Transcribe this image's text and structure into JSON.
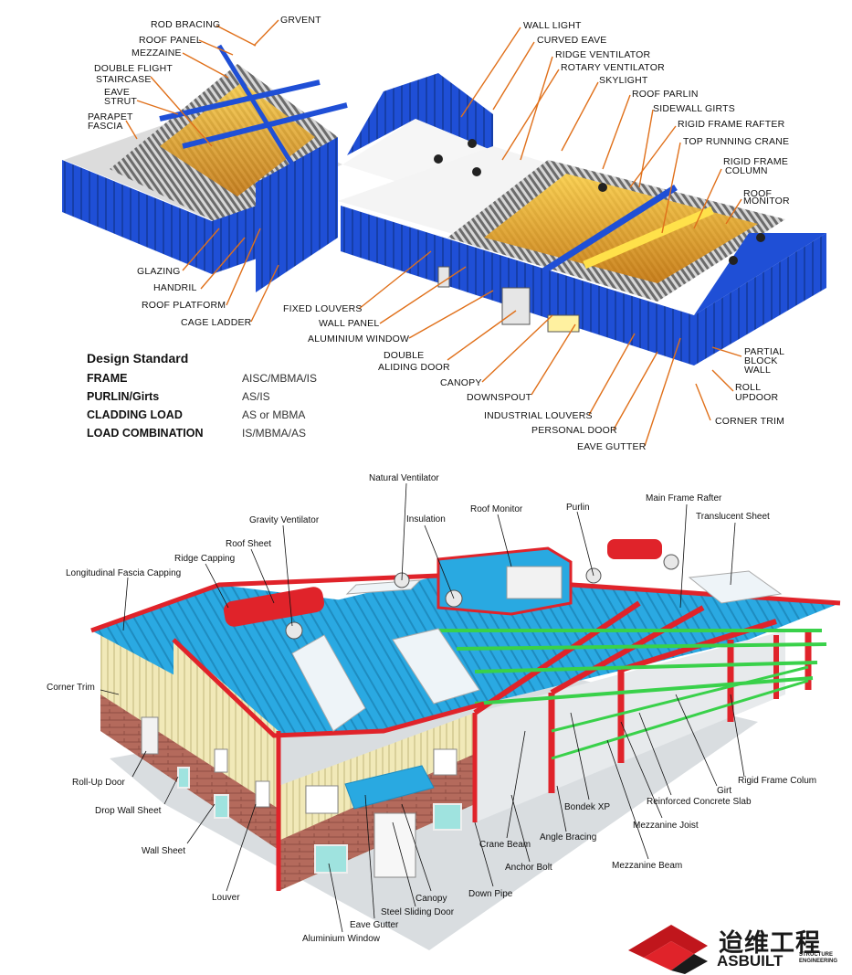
{
  "top_labels": {
    "rod_bracing": "ROD BRACING",
    "grvent": "GRVENT",
    "roof_panel": "ROOF PANEL",
    "mezzaine": "MEZZAINE",
    "double_flight": "DOUBLE FLIGHT",
    "staircase": "STAIRCASE",
    "eave": "EAVE",
    "strut": "STRUT",
    "parapet": "PARAPET",
    "fascia": "FASCIA",
    "wall_light": "WALL LIGHT",
    "curved_eave": "CURVED EAVE",
    "ridge_ventilator": "RIDGE VENTILATOR",
    "rotary_ventilator": "ROTARY VENTILATOR",
    "skylight": "SKYLIGHT",
    "roof_parlin": "ROOF PARLIN",
    "sidewall_girts": "SIDEWALL GIRTS",
    "rigid_frame_rafter": "RIGID FRAME RAFTER",
    "top_running_crane": "TOP RUNNING CRANE",
    "rigid_frame": "RIGID FRAME",
    "column": "COLUMN",
    "roof": "ROOF",
    "monitor": "MONITOR",
    "glazing": "GLAZING",
    "handril": "HANDRIL",
    "roof_platform": "ROOF PLATFORM",
    "cage_ladder": "CAGE LADDER",
    "fixed_louvers": "FIXED LOUVERS",
    "wall_panel": "WALL PANEL",
    "aluminium_window": "ALUMINIUM WINDOW",
    "double": "DOUBLE",
    "aliding_door": "ALIDING DOOR",
    "canopy": "CANOPY",
    "downspout": "DOWNSPOUT",
    "industrial_louvers": "INDUSTRIAL LOUVERS",
    "personal_door": "PERSONAL DOOR",
    "eave_gutter": "EAVE GUTTER",
    "partial": "PARTIAL",
    "block": "BLOCK",
    "wall": "WALL",
    "roll": "ROLL",
    "updoor": "UPDOOR",
    "corner_trim": "CORNER TRIM"
  },
  "design_standard": {
    "title": "Design Standard",
    "rows": [
      {
        "key": "FRAME",
        "value": "AISC/MBMA/IS"
      },
      {
        "key": "PURLIN/Girts",
        "value": "AS/IS"
      },
      {
        "key": "CLADDING LOAD",
        "value": "AS or MBMA"
      },
      {
        "key": "LOAD COMBINATION",
        "value": "IS/MBMA/AS"
      }
    ]
  },
  "bottom_labels": {
    "natural_ventilator": "Natural Ventilator",
    "gravity_ventilator": "Gravity Ventilator",
    "insulation": "Insulation",
    "roof_monitor": "Roof Monitor",
    "purlin": "Purlin",
    "main_frame_rafter": "Main Frame Rafter",
    "translucent_sheet": "Translucent Sheet",
    "roof_sheet": "Roof Sheet",
    "ridge_capping": "Ridge Capping",
    "longitudinal_fascia_capping": "Longitudinal Fascia Capping",
    "corner_trim": "Corner Trim",
    "roll_up_door": "Roll-Up Door",
    "drop_wall_sheet": "Drop Wall Sheet",
    "wall_sheet": "Wall Sheet",
    "louver": "Louver",
    "aluminium_window": "Aluminium Window",
    "eave_gutter": "Eave Gutter",
    "steel_sliding_door": "Steel Sliding Door",
    "canopy": "Canopy",
    "down_pipe": "Down Pipe",
    "anchor_bolt": "Anchor Bolt",
    "crane_beam": "Crane Beam",
    "angle_bracing": "Angle Bracing",
    "bondek_xp": "Bondek XP",
    "mezzanine_beam": "Mezzanine Beam",
    "mezzanine_joist": "Mezzanine Joist",
    "reinforced_concrete_slab": "Reinforced Concrete Slab",
    "girt": "Girt",
    "rigid_frame_colum": "Rigid Frame Colum"
  },
  "logo": {
    "cn": "迨维工程",
    "en": "ASBUILT",
    "sub_1": "STRUCTURE",
    "sub_2": "ENGINEERING"
  },
  "colors": {
    "panel_blue": "#1f4fd6",
    "roof_white": "#f4f4f4",
    "leader_orange": "#e0701a",
    "frame_red": "#e0232a",
    "roof_cyan": "#29a9e1",
    "purlin_green": "#39d14a",
    "wall_cream": "#f1e9b8",
    "brick": "#b46a5c"
  }
}
